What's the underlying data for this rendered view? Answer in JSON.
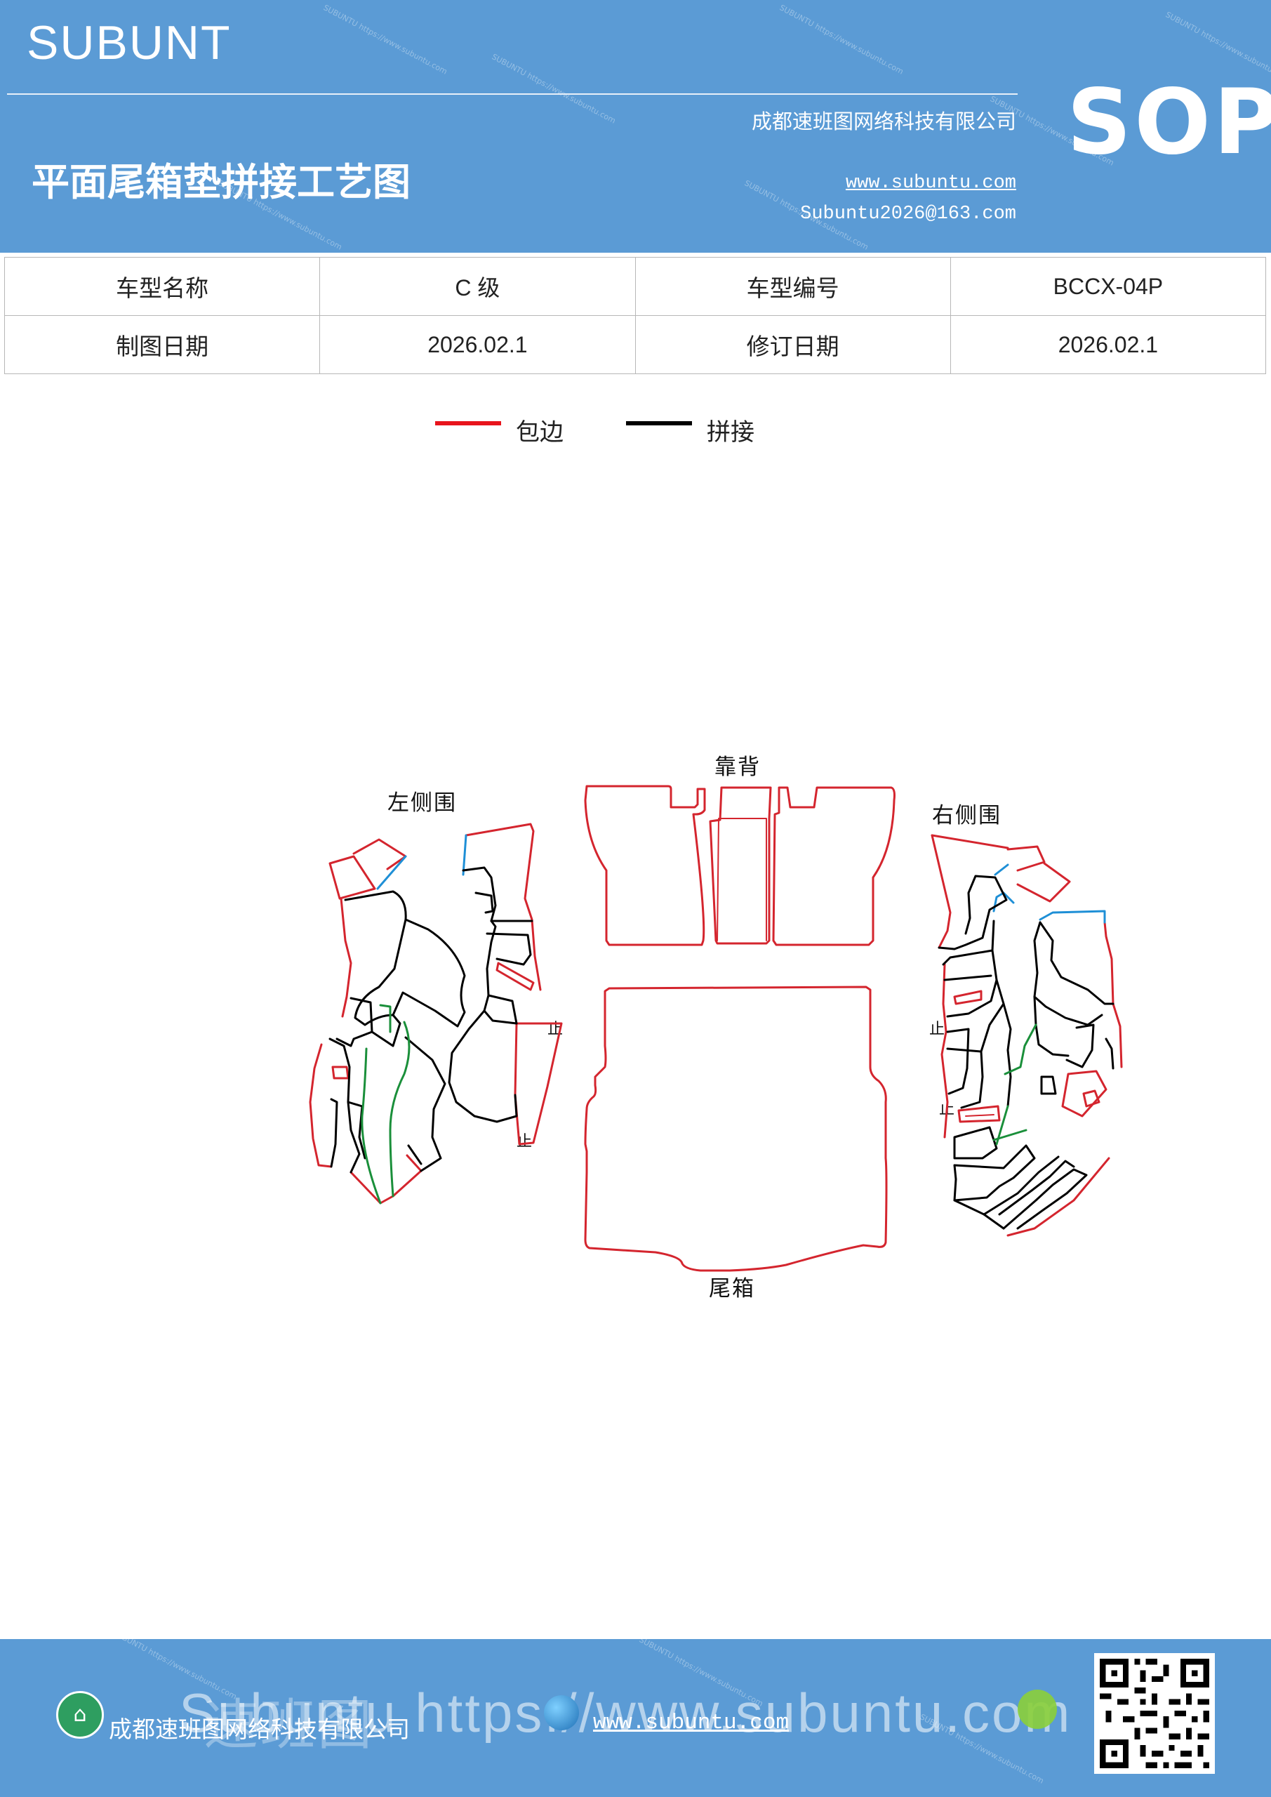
{
  "header": {
    "logo": "SUBUNT",
    "title": "平面尾箱垫拼接工艺图",
    "company": "成都速班图网络科技有限公司",
    "website": "www.subuntu.com",
    "email": "Subuntu2026@163.com",
    "badge": "SOP",
    "watermark": "SUBUNTU https://www.subuntu.com"
  },
  "info_table": {
    "rows": [
      [
        "车型名称",
        "C 级",
        "车型编号",
        "BCCX-04P"
      ],
      [
        "制图日期",
        "2026.02.1",
        "修订日期",
        "2026.02.1"
      ]
    ]
  },
  "legend": [
    {
      "label": "包边",
      "color": "#e8141c"
    },
    {
      "label": "拼接",
      "color": "#000000"
    }
  ],
  "diagram": {
    "labels": {
      "left_side": "左侧围",
      "backrest": "靠背",
      "right_side": "右侧围",
      "trunk": "尾箱",
      "stop_mark": "止"
    },
    "colors": {
      "edge": "#d4252e",
      "seam": "#000000",
      "blue_edge": "#1e8fd6",
      "green_seam": "#1a8f3a"
    }
  },
  "footer": {
    "company": "成都速班图网络科技有限公司",
    "website": "www.subuntu.com",
    "overlay": "Subuntu https://www.subuntu.com",
    "overlay_cn": "速班图",
    "home_icon": "home-icon",
    "globe_icon": "globe-icon",
    "plant_icon": "plant-icon",
    "qr_icon": "qr-code-icon"
  }
}
